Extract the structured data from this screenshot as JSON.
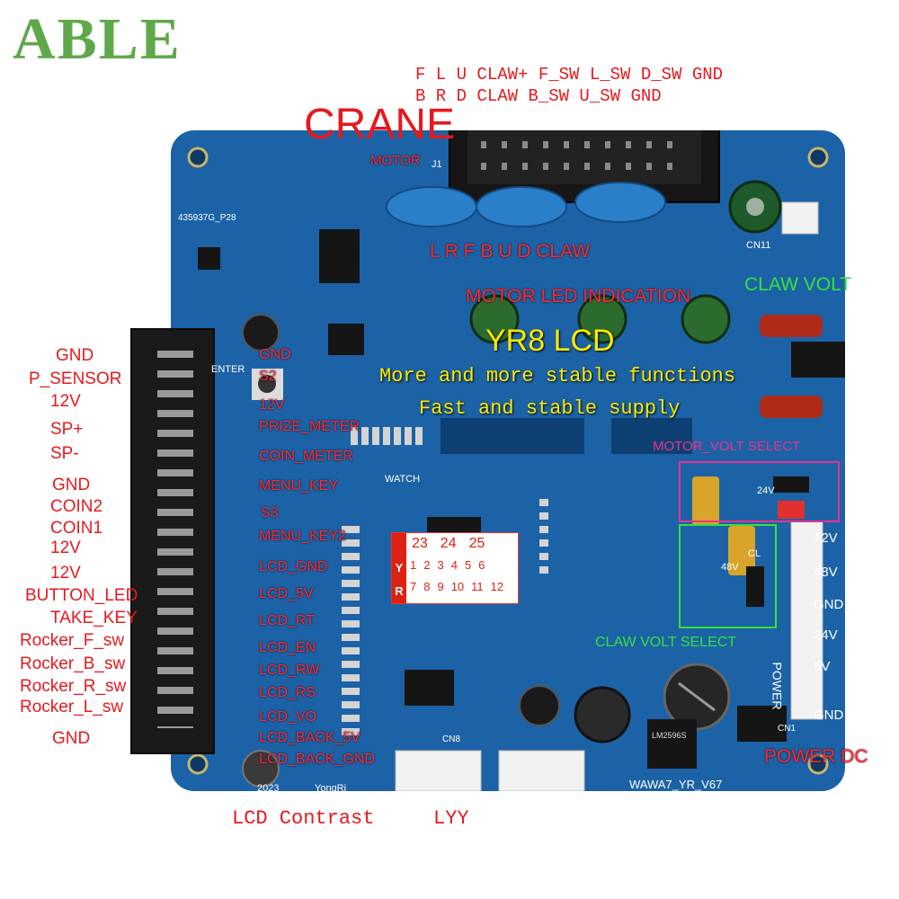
{
  "logo": "ABLE",
  "board_title": "CRANE",
  "top_labels": {
    "row1": "F L U CLAW+  F_SW L_SW D_SW GND",
    "row2": "B R D CLAW   B_SW       U_SW GND"
  },
  "left_labels": [
    "GND",
    "P_SENSOR",
    "12V",
    "SP+",
    "SP-",
    "GND",
    "COIN2",
    "COIN1",
    "12V",
    "12V",
    "BUTTON_LED",
    "TAKE_KEY",
    "Rocker_F_sw",
    "Rocker_B_sw",
    "Rocker_R_sw",
    "Rocker_L_sw",
    "GND"
  ],
  "board_red_labels": {
    "motor": "MOTOR",
    "motor_dirs": "L  R  F  B     U   D   CLAW",
    "claw_volt": "CLAW VOLT",
    "motor_led": "MOTOR LED INDICATION",
    "motor_volt_select": "MOTOR_VOLT SELECT",
    "power_dc": "POWER DC"
  },
  "lcd_pins": [
    "GND",
    "S2",
    "12V",
    "PRIZE_METER",
    "COIN_METER",
    "MENU_KEY",
    "S3",
    "MENU_KEY2",
    "LCD_GND",
    "LCD_5V",
    "LCD_RT",
    "LCD_EN",
    "LCD_RW",
    "LCD_RS",
    "LCD_VO",
    "LCD_BACK_5V",
    "LCD_BACK_GND"
  ],
  "headline": {
    "title": "YR8 LCD",
    "line1": "More and more stable functions",
    "line2": "Fast and stable supply"
  },
  "claw_volt_select": "CLAW VOLT SELECT",
  "power_pins": [
    "12V",
    "48V",
    "GND",
    "24V",
    "5V",
    "GND"
  ],
  "bottom_labels": {
    "lcd_contrast": "LCD Contrast",
    "lyy": "LYY"
  },
  "silkscreen": {
    "board_model": "WAWA7_YR_V67",
    "date": "2023",
    "brand": "YongRi",
    "enter": "ENTER",
    "watch": "WATCH",
    "volt_24": "24V",
    "volt_48": "48V",
    "cl": "CL",
    "power": "POWER",
    "part_id": "435937G_P28",
    "j1": "J1",
    "cn11": "CN11",
    "cn8": "CN8",
    "cn1": "CN1",
    "chip_name": "LM2596S"
  },
  "sticker": {
    "y_label": "Y",
    "r_label": "R",
    "headers": [
      "23",
      "24",
      "25"
    ],
    "row_y": [
      "1",
      "2",
      "3",
      "4",
      "5",
      "6"
    ],
    "row_r": [
      "7",
      "8",
      "9",
      "10",
      "11",
      "12"
    ]
  },
  "colors": {
    "board": "#1c62a6",
    "label_red": "#e8181c",
    "logo_green": "#5fa84a",
    "headline_yellow": "#ffea00",
    "claw_select_green": "#36e03c",
    "motor_select_magenta": "#e8338f"
  }
}
